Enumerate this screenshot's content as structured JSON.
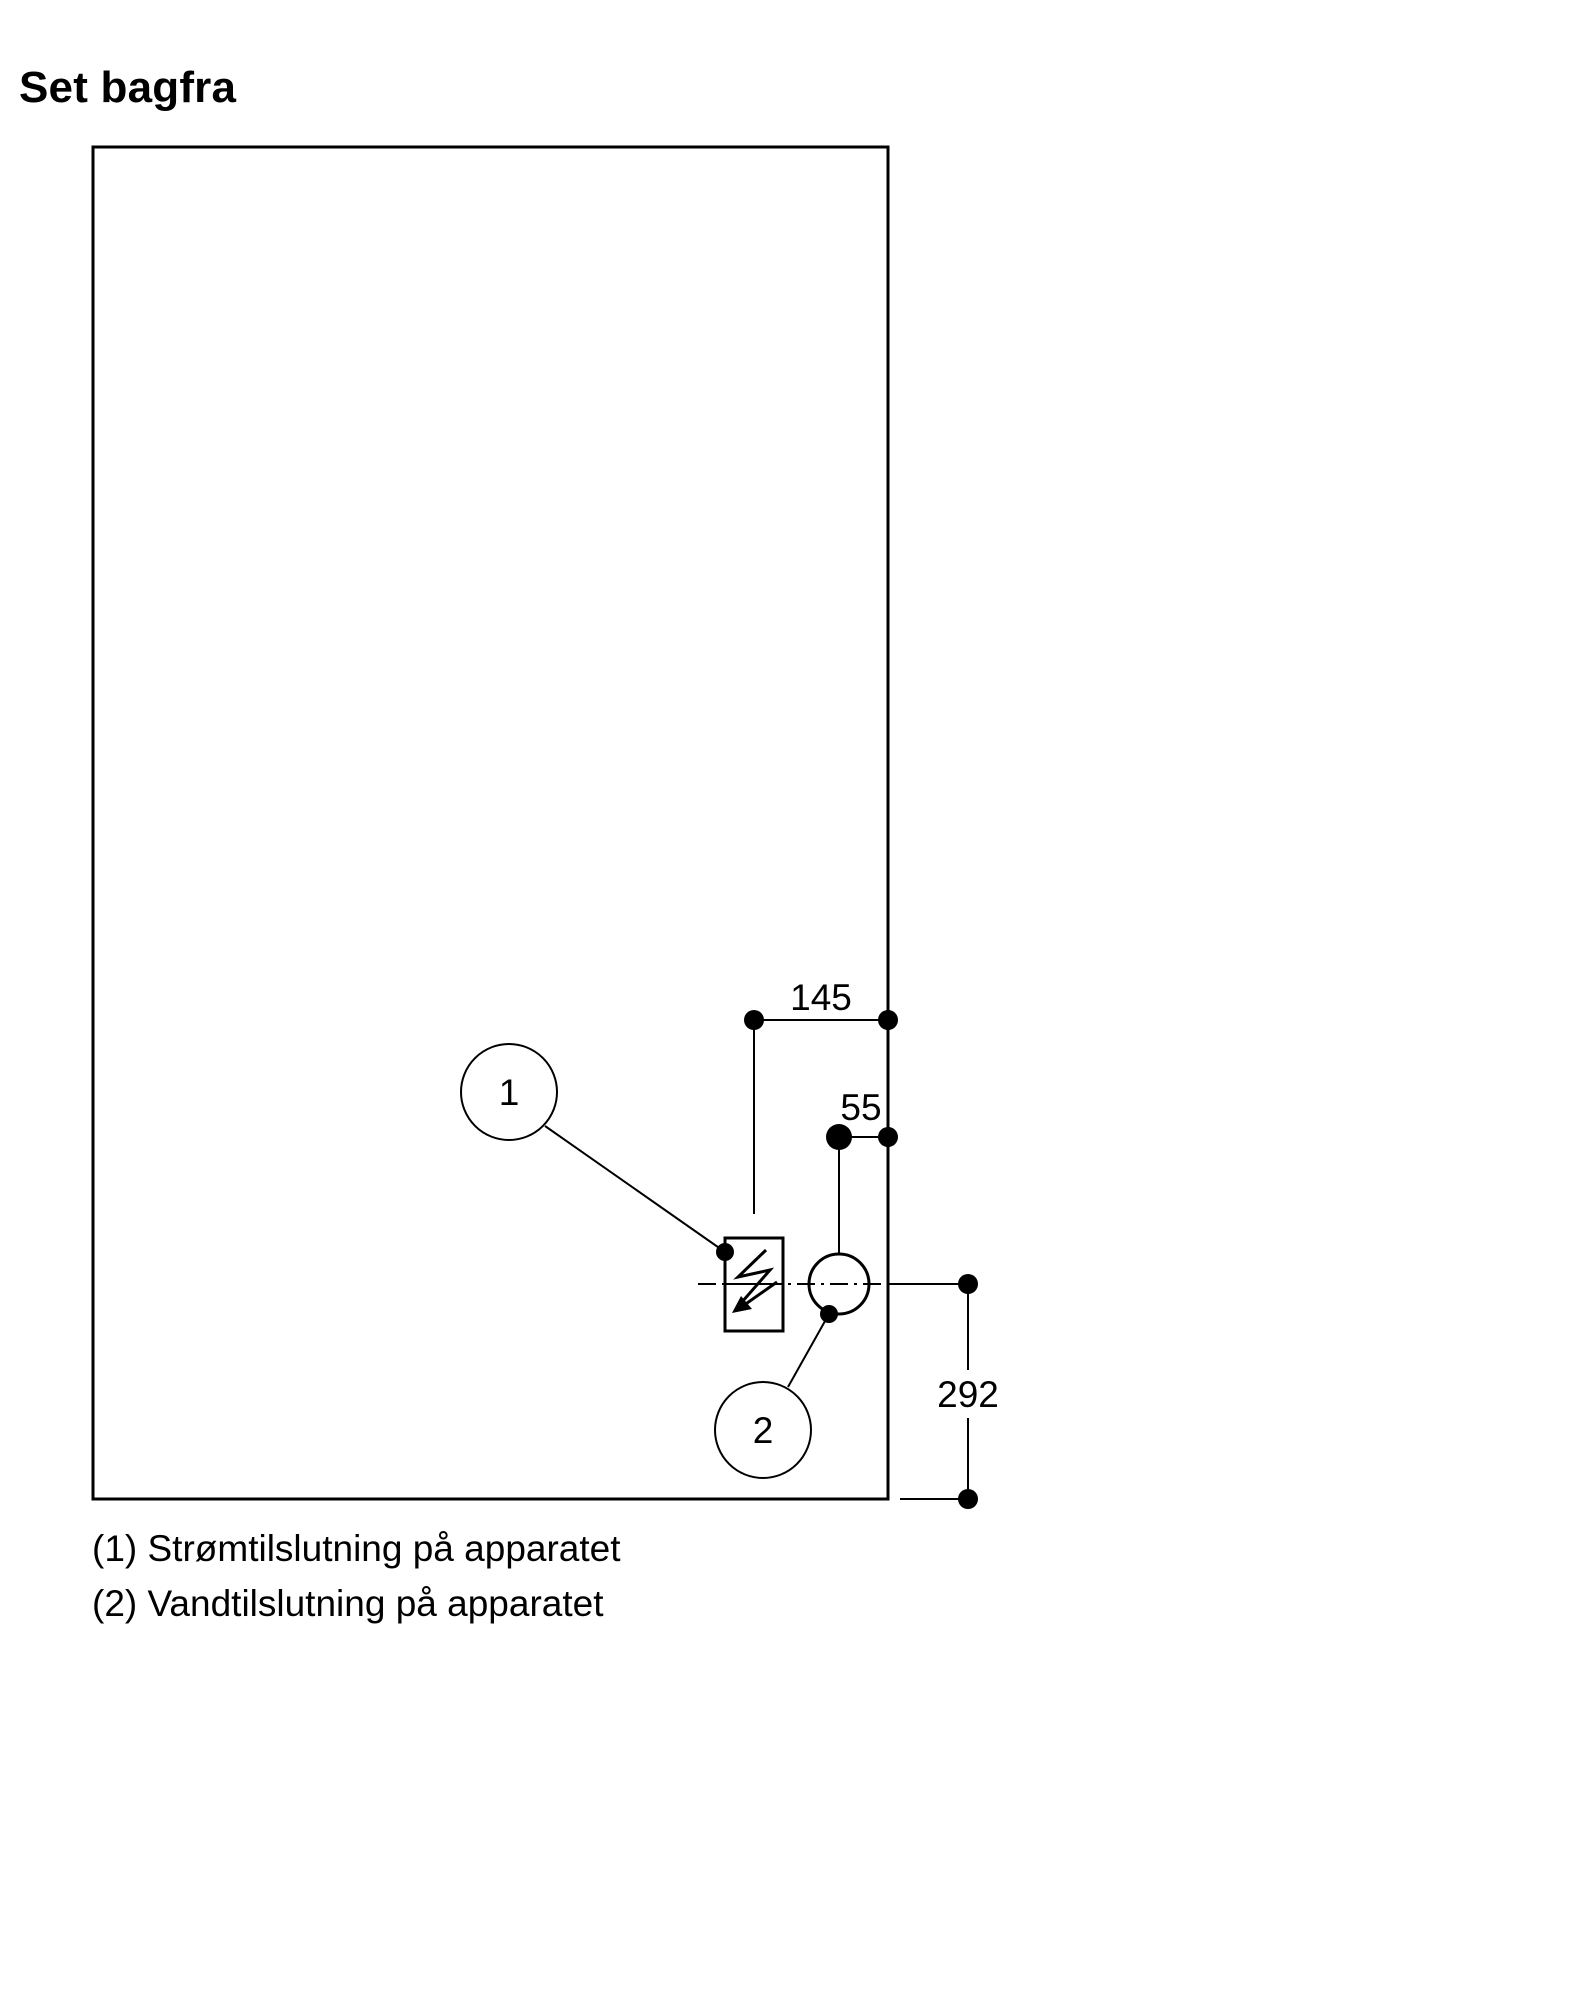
{
  "title": "Set bagfra",
  "dimensions": {
    "horizontal_power": "145",
    "horizontal_water": "55",
    "vertical_height": "292"
  },
  "callouts": {
    "power": "1",
    "water": "2"
  },
  "legend": [
    "(1) Strømtilslutning på apparatet",
    "(2) Vandtilslutning på apparatet"
  ],
  "icons": {
    "power_symbol": "lightning-arrow-icon",
    "water_symbol": "water-connection-circle-icon"
  },
  "colors": {
    "line": "#000000",
    "background": "#ffffff"
  }
}
